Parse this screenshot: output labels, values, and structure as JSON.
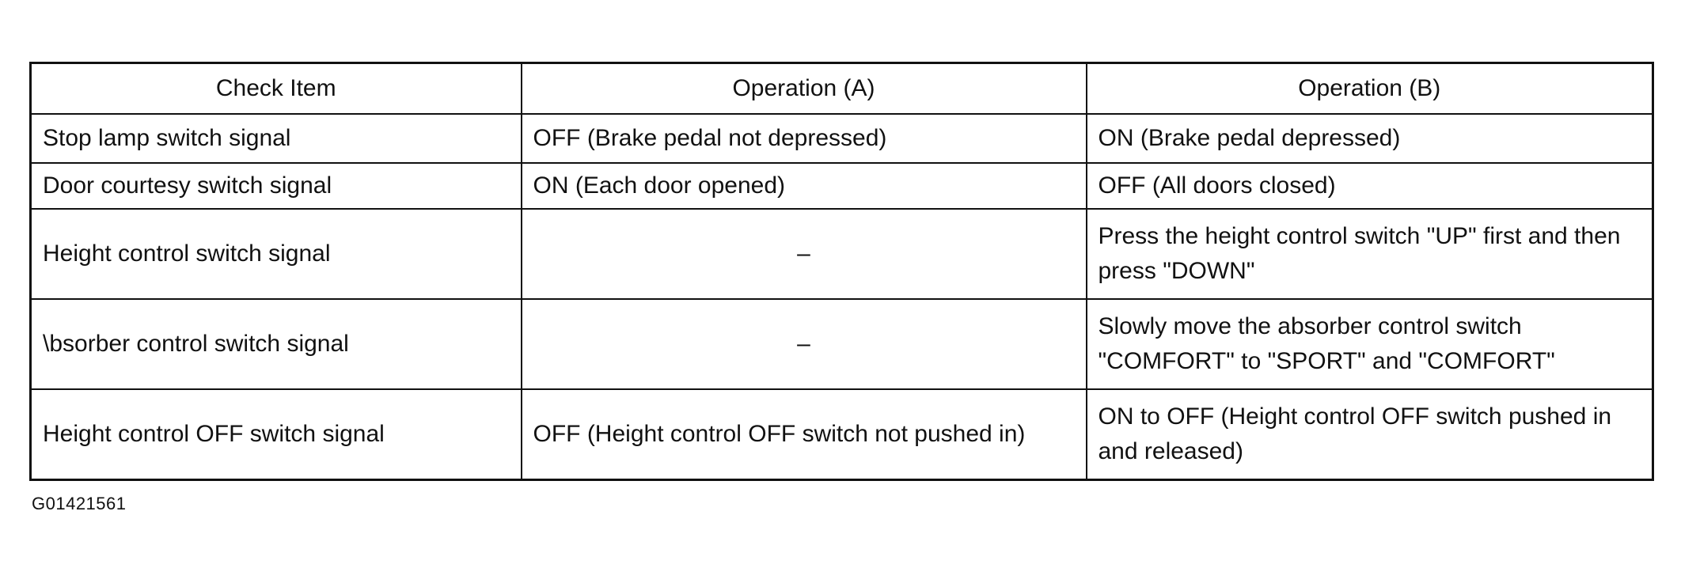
{
  "table": {
    "headers": [
      "Check Item",
      "Operation (A)",
      "Operation (B)"
    ],
    "rows": [
      {
        "item": "Stop lamp switch signal",
        "op_a": "OFF (Brake pedal not depressed)",
        "op_b": "ON (Brake pedal depressed)"
      },
      {
        "item": "Door courtesy switch signal",
        "op_a": "ON (Each door opened)",
        "op_b": "OFF (All doors closed)"
      },
      {
        "item": "Height control switch signal",
        "op_a": "–",
        "op_b": "Press the height control switch \"UP\" first and then press \"DOWN\""
      },
      {
        "item": "\\bsorber control switch signal",
        "op_a": "–",
        "op_b": "Slowly move the absorber control switch \"COMFORT\" to \"SPORT\" and \"COMFORT\""
      },
      {
        "item": "Height control OFF switch signal",
        "op_a": "OFF (Height control OFF switch not pushed in)",
        "op_b": "ON to OFF (Height control OFF switch pushed in and released)"
      }
    ]
  },
  "figure_id": "G01421561"
}
